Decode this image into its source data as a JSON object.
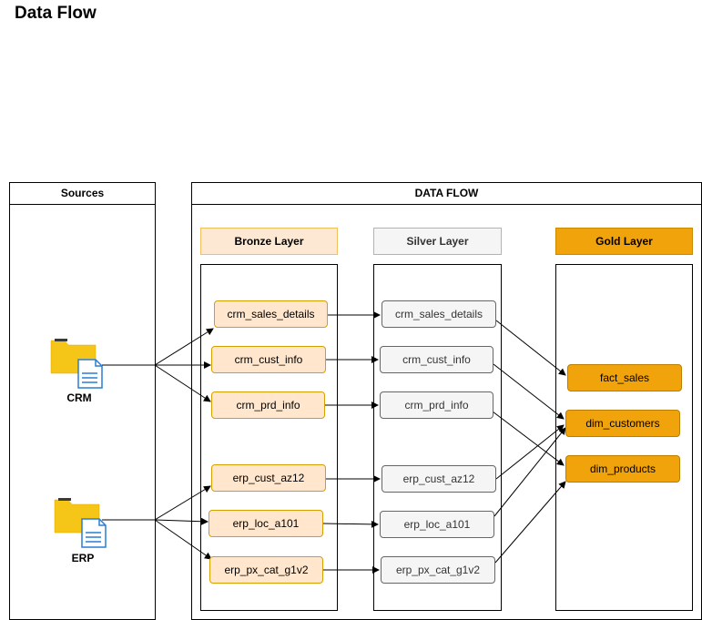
{
  "title": "Data Flow",
  "sources_panel": {
    "header": "Sources"
  },
  "flow_panel": {
    "header": "DATA FLOW"
  },
  "sources": {
    "crm": "CRM",
    "erp": "ERP"
  },
  "layers": {
    "bronze": "Bronze Layer",
    "silver": "Silver Layer",
    "gold": "Gold Layer"
  },
  "bronze_tables": [
    "crm_sales_details",
    "crm_cust_info",
    "crm_prd_info",
    "erp_cust_az12",
    "erp_loc_a101",
    "erp_px_cat_g1v2"
  ],
  "silver_tables": [
    "crm_sales_details",
    "crm_cust_info",
    "crm_prd_info",
    "erp_cust_az12",
    "erp_loc_a101",
    "erp_px_cat_g1v2"
  ],
  "gold_tables": [
    "fact_sales",
    "dim_customers",
    "dim_products"
  ],
  "colors": {
    "bronze_fill": "#ffe6cc",
    "silver_fill": "#f5f5f5",
    "gold_fill": "#f0a30a",
    "folder": "#f5c518",
    "doc": "#2a7fd4"
  },
  "icons": [
    "folder-document-icon"
  ]
}
